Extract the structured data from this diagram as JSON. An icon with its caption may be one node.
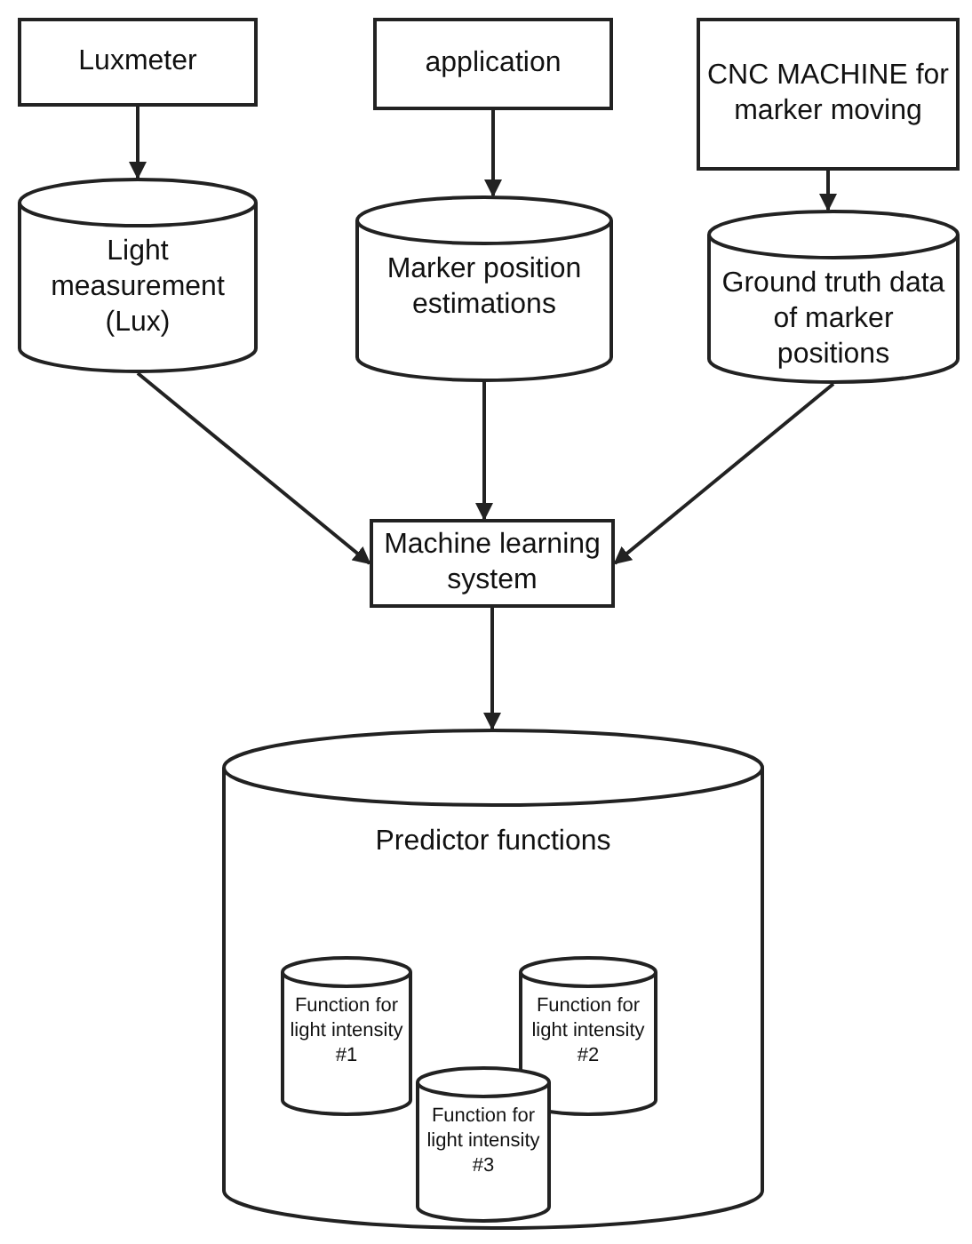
{
  "diagram": {
    "nodes": [
      {
        "text": [
          "Luxmeter"
        ]
      },
      {
        "text": [
          "application"
        ]
      },
      {
        "text": [
          "CNC MACHINE for marker moving"
        ]
      },
      {
        "text": [
          "Light measurement (Lux)"
        ]
      },
      {
        "text": [
          "Marker position estimations"
        ]
      },
      {
        "text": [
          "Ground truth data of marker positions"
        ]
      },
      {
        "text": [
          "Machine learning system"
        ]
      },
      {
        "text": [
          "Predictor functions"
        ]
      },
      {
        "text": [
          "Function for light intensity #1"
        ],
        "in": 7
      },
      {
        "text": [
          "Function for light intensity #2"
        ],
        "in": 7
      },
      {
        "text": [
          "Function for light intensity #3"
        ],
        "in": 7
      }
    ],
    "edges": [
      {
        "from": 0,
        "to": 3,
        "arrow": "to"
      },
      {
        "from": 1,
        "to": 4,
        "arrow": "to"
      },
      {
        "from": 2,
        "to": 5,
        "arrow": "to"
      },
      {
        "from": 3,
        "to": 6,
        "arrow": "to"
      },
      {
        "from": 4,
        "to": 6,
        "arrow": "to"
      },
      {
        "from": 5,
        "to": 6,
        "arrow": "to"
      },
      {
        "from": 6,
        "to": 7,
        "arrow": "to"
      }
    ]
  }
}
